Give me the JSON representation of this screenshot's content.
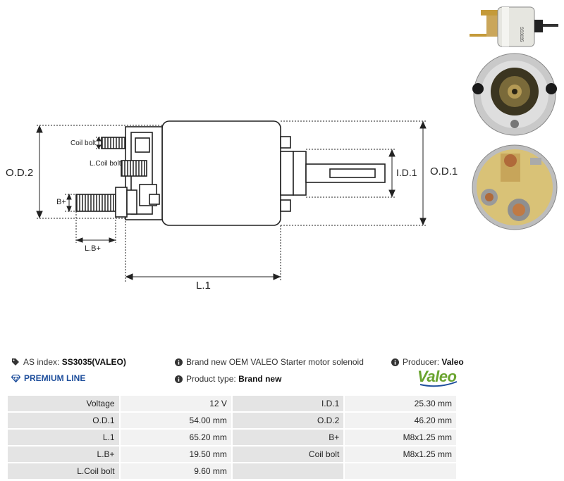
{
  "diagram": {
    "labels": {
      "od2": "O.D.2",
      "od1": "O.D.1",
      "id1": "I.D.1",
      "l1": "L.1",
      "lb": "L.B+",
      "bplus": "B+",
      "coil_bolt": "Coil bolt",
      "l_coil_bolt": "L.Coil bolt",
      "part_number": "SS3035"
    }
  },
  "info": {
    "as_index_label": "AS index:",
    "as_index_value": "SS3035(VALEO)",
    "description": "Brand new OEM VALEO Starter motor solenoid",
    "producer_label": "Producer:",
    "producer_value": "Valeo",
    "premium": "PREMIUM LINE",
    "product_type_label": "Product type:",
    "product_type_value": "Brand new",
    "logo_text": "Valeo"
  },
  "specs": [
    {
      "l1": "Voltage",
      "v1": "12 V",
      "l2": "I.D.1",
      "v2": "25.30 mm"
    },
    {
      "l1": "O.D.1",
      "v1": "54.00 mm",
      "l2": "O.D.2",
      "v2": "46.20 mm"
    },
    {
      "l1": "L.1",
      "v1": "65.20 mm",
      "l2": "B+",
      "v2": "M8x1.25 mm"
    },
    {
      "l1": "L.B+",
      "v1": "19.50 mm",
      "l2": "Coil bolt",
      "v2": "M8x1.25 mm"
    },
    {
      "l1": "L.Coil bolt",
      "v1": "9.60 mm",
      "l2": "",
      "v2": ""
    }
  ],
  "colors": {
    "premium": "#1f4f9c",
    "logo": "#6aa42f",
    "table_label_bg": "#e4e4e4",
    "table_value_bg": "#f2f2f2"
  }
}
